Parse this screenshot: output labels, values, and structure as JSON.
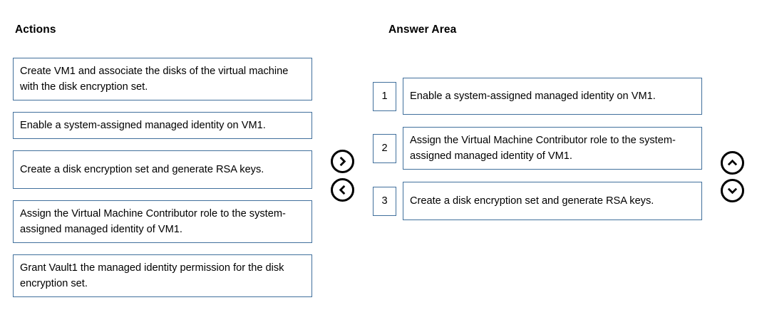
{
  "columns": {
    "actions_title": "Actions",
    "answer_title": "Answer Area"
  },
  "actions": {
    "items": [
      {
        "text": "Create VM1 and associate the disks of the virtual machine with the disk encryption set.",
        "lines": 2
      },
      {
        "text": "Enable a system-assigned managed identity on VM1.",
        "lines": 2
      },
      {
        "text": "Create a disk encryption set and generate RSA keys.",
        "lines": 1
      },
      {
        "text": "Assign the Virtual Machine Contributor role to the system-assigned managed identity of VM1.",
        "lines": 2
      },
      {
        "text": "Grant Vault1 the managed identity permission for the disk encryption set.",
        "lines": 2
      }
    ]
  },
  "answer_area": {
    "items": [
      {
        "number": "1",
        "text": "Enable a system-assigned managed identity on VM1.",
        "lines": 2
      },
      {
        "number": "2",
        "text": "Assign the Virtual Machine Contributor role to the system-assigned managed identity of VM1.",
        "lines": 2
      },
      {
        "number": "3",
        "text": "Create a disk encryption set and generate RSA keys.",
        "lines": 1
      }
    ]
  },
  "controls": {
    "move_right": "chevron-right-circle-icon",
    "move_left": "chevron-left-circle-icon",
    "move_up": "chevron-up-circle-icon",
    "move_down": "chevron-down-circle-icon"
  },
  "colors": {
    "box_border": "#41709c",
    "button_stroke": "#000000",
    "background": "#ffffff",
    "text": "#000000"
  }
}
